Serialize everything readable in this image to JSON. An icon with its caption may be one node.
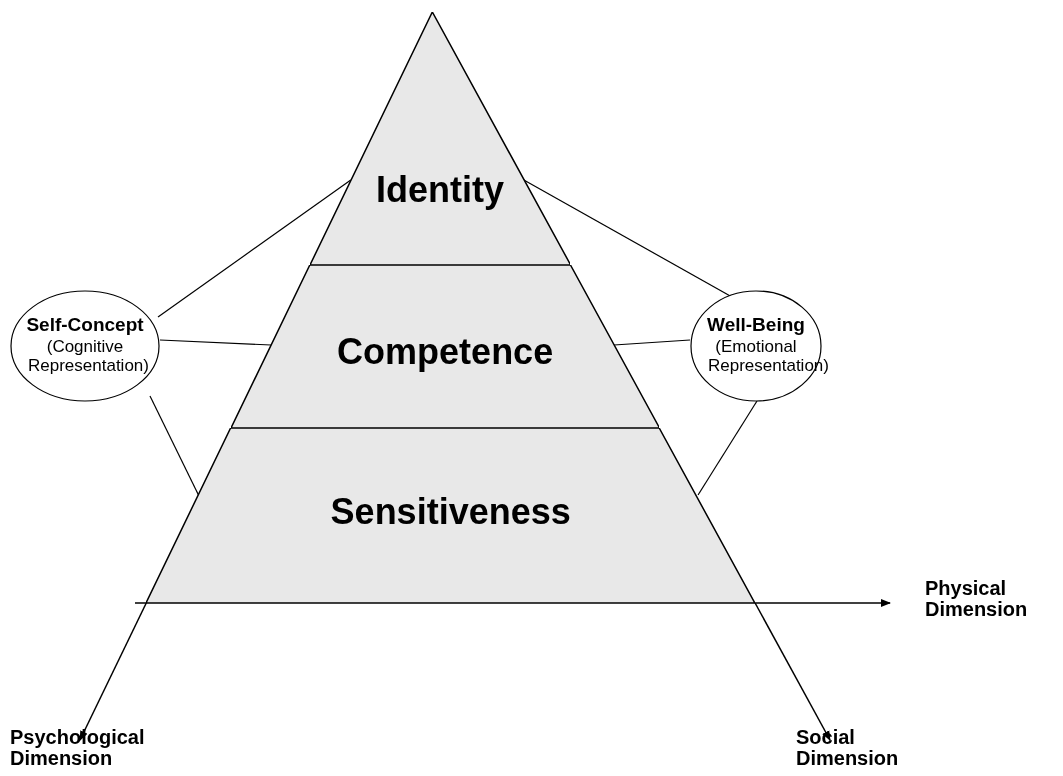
{
  "diagram": {
    "nodes": [
      {
        "text": [
          "Identity"
        ]
      },
      {
        "text": [
          "Competence"
        ]
      },
      {
        "text": [
          "Sensitiveness"
        ]
      },
      {
        "text": [
          "Self-Concept",
          "(Cognitive Representation)"
        ]
      },
      {
        "text": [
          "Well-Being",
          "(Emotional Representation)"
        ]
      }
    ],
    "edges": [
      {
        "from": 3,
        "to": 0,
        "arrow": "none"
      },
      {
        "from": 3,
        "to": 1,
        "arrow": "none"
      },
      {
        "from": 3,
        "to": 2,
        "arrow": "none"
      },
      {
        "from": 4,
        "to": 0,
        "arrow": "none"
      },
      {
        "from": 4,
        "to": 1,
        "arrow": "none"
      },
      {
        "from": 4,
        "to": 2,
        "arrow": "none"
      }
    ],
    "labels": [
      "Physical Dimension",
      "Psychological Dimension",
      "Social Dimension"
    ]
  }
}
